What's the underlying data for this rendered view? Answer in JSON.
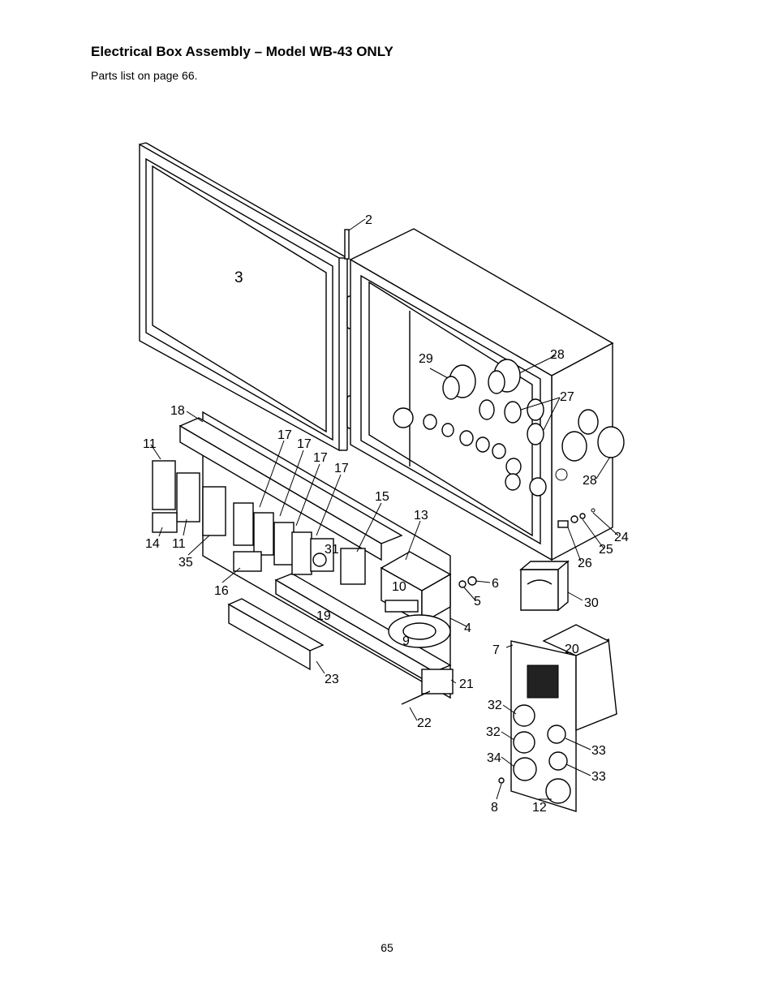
{
  "header": {
    "title": "Electrical Box Assembly – Model WB-43 ONLY",
    "subtitle": "Parts list on page 66."
  },
  "footer": {
    "page_number": "65"
  },
  "callouts": {
    "c2": "2",
    "c3": "3",
    "c4": "4",
    "c5": "5",
    "c6": "6",
    "c7": "7",
    "c8": "8",
    "c9": "9",
    "c10": "10",
    "c11a": "11",
    "c11b": "11",
    "c12": "12",
    "c13": "13",
    "c14": "14",
    "c15": "15",
    "c16": "16",
    "c17a": "17",
    "c17b": "17",
    "c17c": "17",
    "c17d": "17",
    "c18": "18",
    "c19": "19",
    "c20": "20",
    "c21": "21",
    "c22": "22",
    "c23": "23",
    "c24": "24",
    "c25": "25",
    "c26": "26",
    "c27": "27",
    "c28a": "28",
    "c28b": "28",
    "c29": "29",
    "c30": "30",
    "c31": "31",
    "c32a": "32",
    "c32b": "32",
    "c33a": "33",
    "c33b": "33",
    "c34": "34",
    "c35": "35"
  }
}
